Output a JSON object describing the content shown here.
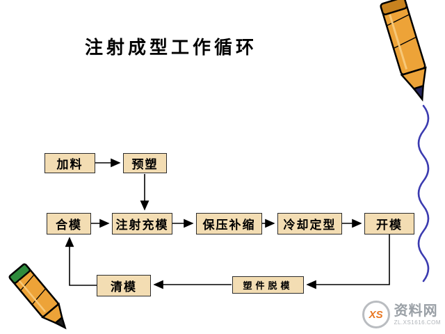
{
  "slide": {
    "title": "注射成型工作循环"
  },
  "flowchart": {
    "nodes": [
      {
        "id": "feed",
        "label": "加料"
      },
      {
        "id": "preplast",
        "label": "预塑"
      },
      {
        "id": "clamp",
        "label": "合模"
      },
      {
        "id": "inject",
        "label": "注射充模"
      },
      {
        "id": "hold",
        "label": "保压补缩"
      },
      {
        "id": "cool",
        "label": "冷却定型"
      },
      {
        "id": "open",
        "label": "开模"
      },
      {
        "id": "clean",
        "label": "清模"
      },
      {
        "id": "eject",
        "label": "塑件脱模"
      }
    ],
    "edges": [
      {
        "from": "加料",
        "to": "预塑"
      },
      {
        "from": "预塑",
        "to": "注射充模"
      },
      {
        "from": "合模",
        "to": "注射充模"
      },
      {
        "from": "注射充模",
        "to": "保压补缩"
      },
      {
        "from": "保压补缩",
        "to": "冷却定型"
      },
      {
        "from": "冷却定型",
        "to": "开模"
      },
      {
        "from": "开模",
        "to": "塑件脱模"
      },
      {
        "from": "塑件脱模",
        "to": "清模"
      },
      {
        "from": "清模",
        "to": "合模"
      }
    ]
  },
  "watermark": {
    "logo_text": "XS",
    "site_name": "资料网",
    "site_url": "ZL.XS1616.COM"
  },
  "colors": {
    "box_fill": "#f3ddb3",
    "box_border": "#2b2b2b",
    "arrow": "#000000",
    "crayon_body": "#eda338",
    "crayon_tip": "#26265e",
    "crayon_band_green": "#2e8b3c",
    "wave_line": "#3b3bb0",
    "watermark_orange": "#e87722",
    "watermark_gray": "#9aa0a6"
  }
}
